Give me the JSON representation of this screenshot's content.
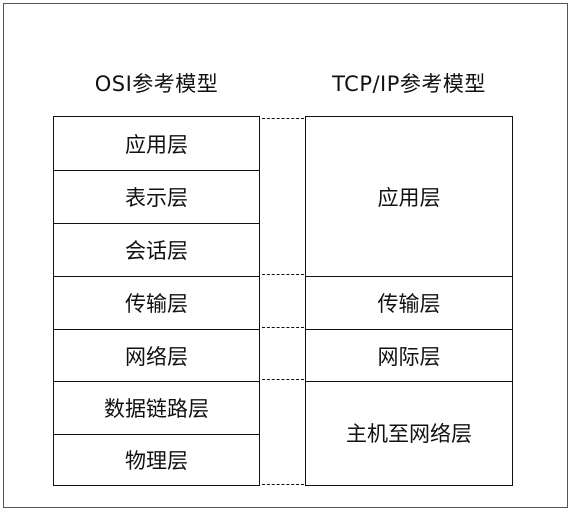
{
  "osi": {
    "title": "OSI参考模型",
    "layers": [
      "应用层",
      "表示层",
      "会话层",
      "传输层",
      "网络层",
      "数据链路层",
      "物理层"
    ]
  },
  "tcpip": {
    "title": "TCP/IP参考模型",
    "layers": [
      "应用层",
      "传输层",
      "网际层",
      "主机至网络层"
    ]
  }
}
